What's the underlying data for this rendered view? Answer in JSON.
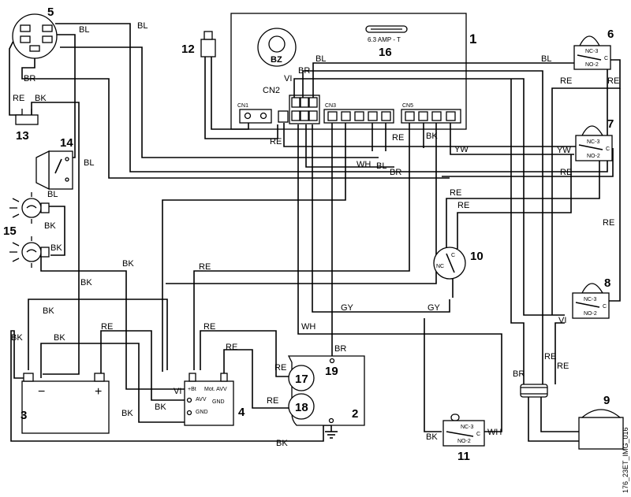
{
  "components": {
    "c1": {
      "number": "1"
    },
    "c2": {
      "number": "2"
    },
    "c3": {
      "number": "3",
      "minus": "−",
      "plus": "+"
    },
    "c4": {
      "number": "4",
      "pins": [
        "+Bt",
        "AVV",
        "GND"
      ],
      "right_pins": [
        "Mot. AVV",
        "GND"
      ]
    },
    "c5": {
      "number": "5"
    },
    "c6": {
      "number": "6",
      "contacts": [
        "NC-3",
        "NO-2",
        "C"
      ]
    },
    "c7": {
      "number": "7",
      "contacts": [
        "NC-3",
        "NO-2",
        "C"
      ]
    },
    "c8": {
      "number": "8",
      "contacts": [
        "NC-3",
        "NO-2",
        "C"
      ]
    },
    "c9": {
      "number": "9"
    },
    "c10": {
      "number": "10",
      "contacts": [
        "C",
        "NC"
      ]
    },
    "c11": {
      "number": "11",
      "contacts": [
        "NC-3",
        "NO-2",
        "C"
      ]
    },
    "c12": {
      "number": "12"
    },
    "c13": {
      "number": "13"
    },
    "c14": {
      "number": "14"
    },
    "c15": {
      "number": "15"
    },
    "c16": {
      "number": "16",
      "fuse_rating": "6.3 AMP - T"
    },
    "c17": {
      "number": "17"
    },
    "c18": {
      "number": "18"
    },
    "c19": {
      "number": "19"
    }
  },
  "board": {
    "buzzer": "BZ",
    "connectors": [
      "CN1",
      "CN2",
      "CN3",
      "CN5"
    ]
  },
  "wire_labels": {
    "bl": "BL",
    "br": "BR",
    "re": "RE",
    "bk": "BK",
    "vi": "VI",
    "wh": "WH",
    "yw": "YW",
    "gy": "GY"
  },
  "image_code": "176_23ET_IMG_016"
}
